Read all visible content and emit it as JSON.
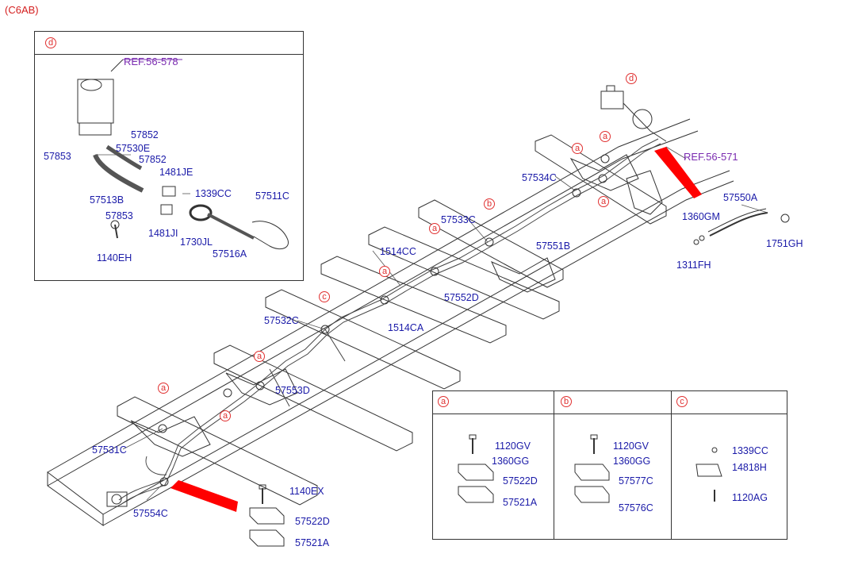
{
  "model_code": "(C6AB)",
  "detail_d": {
    "marker": "d",
    "ref": "REF.56-578",
    "parts": [
      "57852",
      "57530E",
      "57853",
      "57852",
      "1481JE",
      "1339CC",
      "57511C",
      "57513B",
      "57853",
      "1481JI",
      "1730JL",
      "57516A",
      "1140EH"
    ]
  },
  "frame": {
    "ref": "REF.56-571",
    "markers": [
      "d",
      "a",
      "a",
      "a",
      "b",
      "a",
      "a",
      "c",
      "a",
      "a",
      "a"
    ],
    "parts": [
      "57534C",
      "57533C",
      "1514CC",
      "57551B",
      "57552D",
      "57532C",
      "1514CA",
      "57553D",
      "57531C",
      "57554C",
      "57550A",
      "1360GM",
      "1751GH",
      "1311FH",
      "1140EX",
      "57522D",
      "57521A"
    ]
  },
  "legend": {
    "a": {
      "marker": "a",
      "parts": [
        "1120GV",
        "1360GG",
        "57522D",
        "57521A"
      ]
    },
    "b": {
      "marker": "b",
      "parts": [
        "1120GV",
        "1360GG",
        "57577C",
        "57576C"
      ]
    },
    "c": {
      "marker": "c",
      "parts": [
        "1339CC",
        "14818H",
        "1120AG"
      ]
    }
  },
  "colors": {
    "label": "#1a1aa8",
    "ref": "#7a2bb0",
    "marker": "#e03030",
    "highlight": "#ff0000"
  }
}
